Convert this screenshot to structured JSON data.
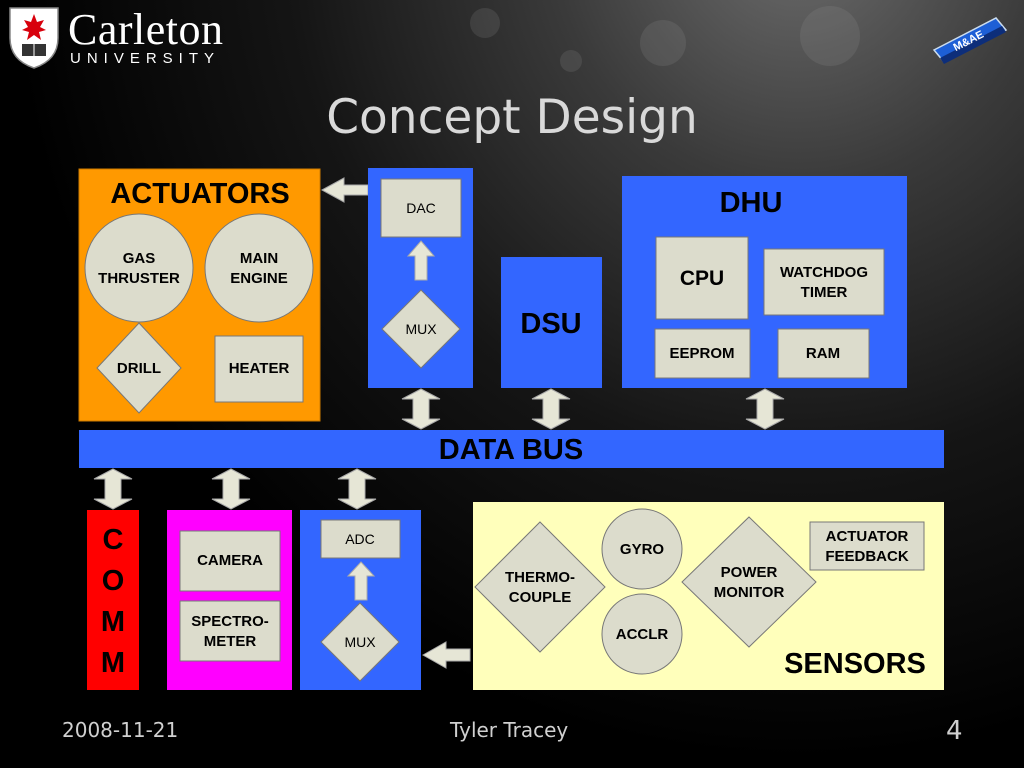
{
  "logo": {
    "name": "Carleton",
    "sub": "UNIVERSITY"
  },
  "badge": {
    "label": "M&AE"
  },
  "title": "Concept Design",
  "blocks": {
    "actuators": {
      "title": "ACTUATORS",
      "gas_thruster": [
        "GAS",
        "THRUSTER"
      ],
      "main_engine": [
        "MAIN",
        "ENGINE"
      ],
      "drill": "DRILL",
      "heater": "HEATER"
    },
    "dac_column": {
      "dac": "DAC",
      "mux": "MUX"
    },
    "dsu": "DSU",
    "dhu": {
      "title": "DHU",
      "cpu": "CPU",
      "watchdog": [
        "WATCHDOG",
        "TIMER"
      ],
      "eeprom": "EEPROM",
      "ram": "RAM"
    },
    "data_bus": "DATA BUS",
    "comm": [
      "C",
      "O",
      "M",
      "M"
    ],
    "imaging": {
      "camera": "CAMERA",
      "spectrometer": [
        "SPECTRO-",
        "METER"
      ]
    },
    "adc_column": {
      "adc": "ADC",
      "mux": "MUX"
    },
    "sensors": {
      "title": "SENSORS",
      "thermocouple": [
        "THERMO-",
        "COUPLE"
      ],
      "gyro": "GYRO",
      "acclr": "ACCLR",
      "power_monitor": [
        "POWER",
        "MONITOR"
      ],
      "actuator_feedback": [
        "ACTUATOR",
        "FEEDBACK"
      ]
    }
  },
  "colors": {
    "orange": "#ff9900",
    "blue": "#3366ff",
    "red": "#ff0000",
    "magenta": "#ff00ff",
    "yellow": "#ffffbb",
    "grey": "#dcdccc"
  },
  "footer": {
    "date": "2008-11-21",
    "author": "Tyler Tracey",
    "page": "4"
  }
}
